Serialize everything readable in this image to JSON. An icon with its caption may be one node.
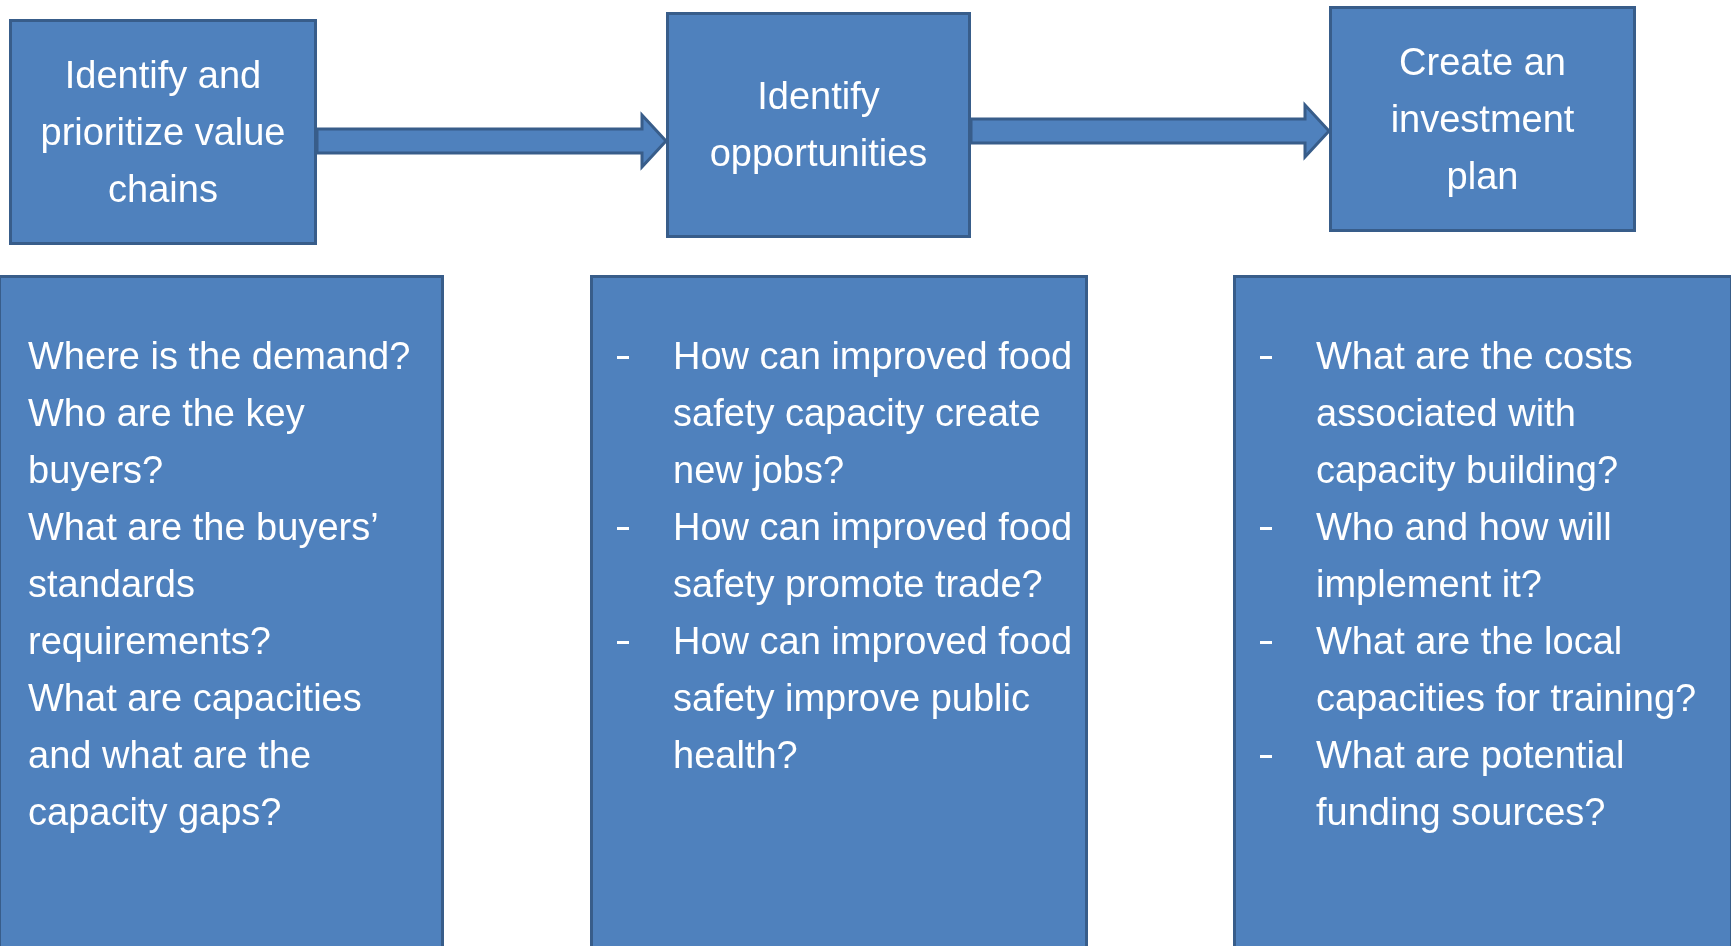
{
  "diagram": {
    "nodes": [
      {
        "text": [
          "Identify and prioritize value chains"
        ]
      },
      {
        "text": [
          "Identify opportunities"
        ]
      },
      {
        "text": [
          "Create  an investment plan"
        ]
      },
      {
        "text": [
          "Where is the demand?",
          "Who are the key buyers?",
          "What are the buyers’ standards requirements?",
          "What are capacities and what are the capacity gaps?"
        ]
      },
      {
        "text": [
          "How can improved food safety capacity create new jobs?",
          "How can improved food safety promote trade?",
          "How can improved food safety improve public health?"
        ]
      },
      {
        "text": [
          "What are the costs associated with capacity building?",
          "Who and how will implement it?",
          "What are the local capacities for training?",
          "What are potential funding sources?"
        ]
      }
    ],
    "edges": [
      {
        "from": 0,
        "to": 1,
        "arrow": "to"
      },
      {
        "from": 1,
        "to": 2,
        "arrow": "to"
      }
    ]
  }
}
